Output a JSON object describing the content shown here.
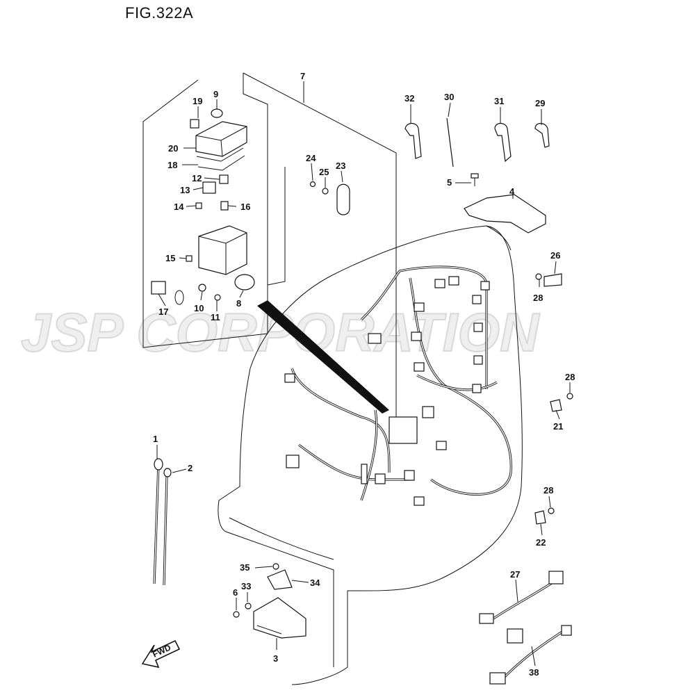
{
  "figure": {
    "title": "FIG.322A"
  },
  "watermark": {
    "text": "JSP CORPORATION"
  },
  "direction_badge": {
    "label": "FWD",
    "icon": "arrow-icon"
  },
  "callouts": {
    "c1": "1",
    "c2": "2",
    "c3": "3",
    "c4": "4",
    "c5": "5",
    "c6": "6",
    "c7": "7",
    "c8": "8",
    "c9": "9",
    "c10": "10",
    "c11": "11",
    "c12": "12",
    "c13": "13",
    "c14": "14",
    "c15": "15",
    "c16": "16",
    "c17": "17",
    "c18": "18",
    "c19": "19",
    "c20": "20",
    "c21": "21",
    "c22": "22",
    "c23": "23",
    "c24": "24",
    "c25": "25",
    "c26": "26",
    "c27": "27",
    "c28a": "28",
    "c28b": "28",
    "c28c": "28",
    "c29": "29",
    "c30": "30",
    "c31": "31",
    "c32": "32",
    "c33": "33",
    "c34": "34",
    "c35": "35",
    "c38": "38"
  }
}
